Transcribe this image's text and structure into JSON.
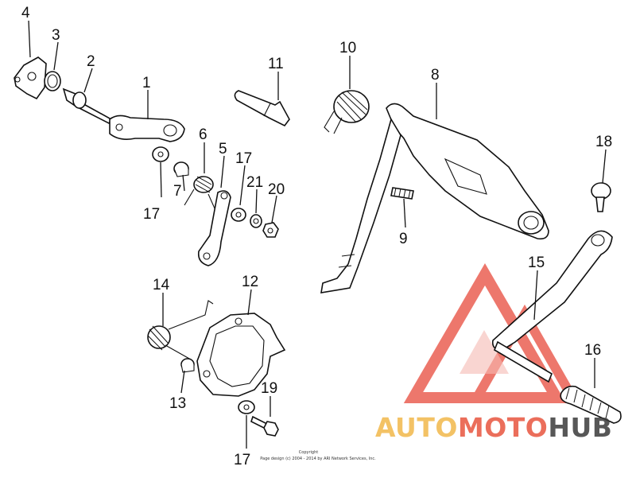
{
  "callouts": [
    {
      "id": "4",
      "label": "4"
    },
    {
      "id": "3",
      "label": "3"
    },
    {
      "id": "2",
      "label": "2"
    },
    {
      "id": "1",
      "label": "1"
    },
    {
      "id": "11",
      "label": "11"
    },
    {
      "id": "10",
      "label": "10"
    },
    {
      "id": "8",
      "label": "8"
    },
    {
      "id": "6",
      "label": "6"
    },
    {
      "id": "5",
      "label": "5"
    },
    {
      "id": "17a",
      "label": "17"
    },
    {
      "id": "21",
      "label": "21"
    },
    {
      "id": "20",
      "label": "20"
    },
    {
      "id": "7",
      "label": "7"
    },
    {
      "id": "17b",
      "label": "17"
    },
    {
      "id": "18",
      "label": "18"
    },
    {
      "id": "9",
      "label": "9"
    },
    {
      "id": "15",
      "label": "15"
    },
    {
      "id": "14",
      "label": "14"
    },
    {
      "id": "12",
      "label": "12"
    },
    {
      "id": "16",
      "label": "16"
    },
    {
      "id": "19",
      "label": "19"
    },
    {
      "id": "13",
      "label": "13"
    },
    {
      "id": "17c",
      "label": "17"
    }
  ],
  "copyright": {
    "line1": "Copyright",
    "line2": "Page design (c) 2004 - 2014 by ARI Network Services, Inc."
  },
  "watermark": {
    "part1": "AUTO",
    "part2": "MOTO",
    "part3": "HUB",
    "colors": {
      "auto": "#f2b84b",
      "moto": "#e8553f",
      "hub": "#3a3a3a",
      "triangle": "#e84a3c"
    }
  }
}
